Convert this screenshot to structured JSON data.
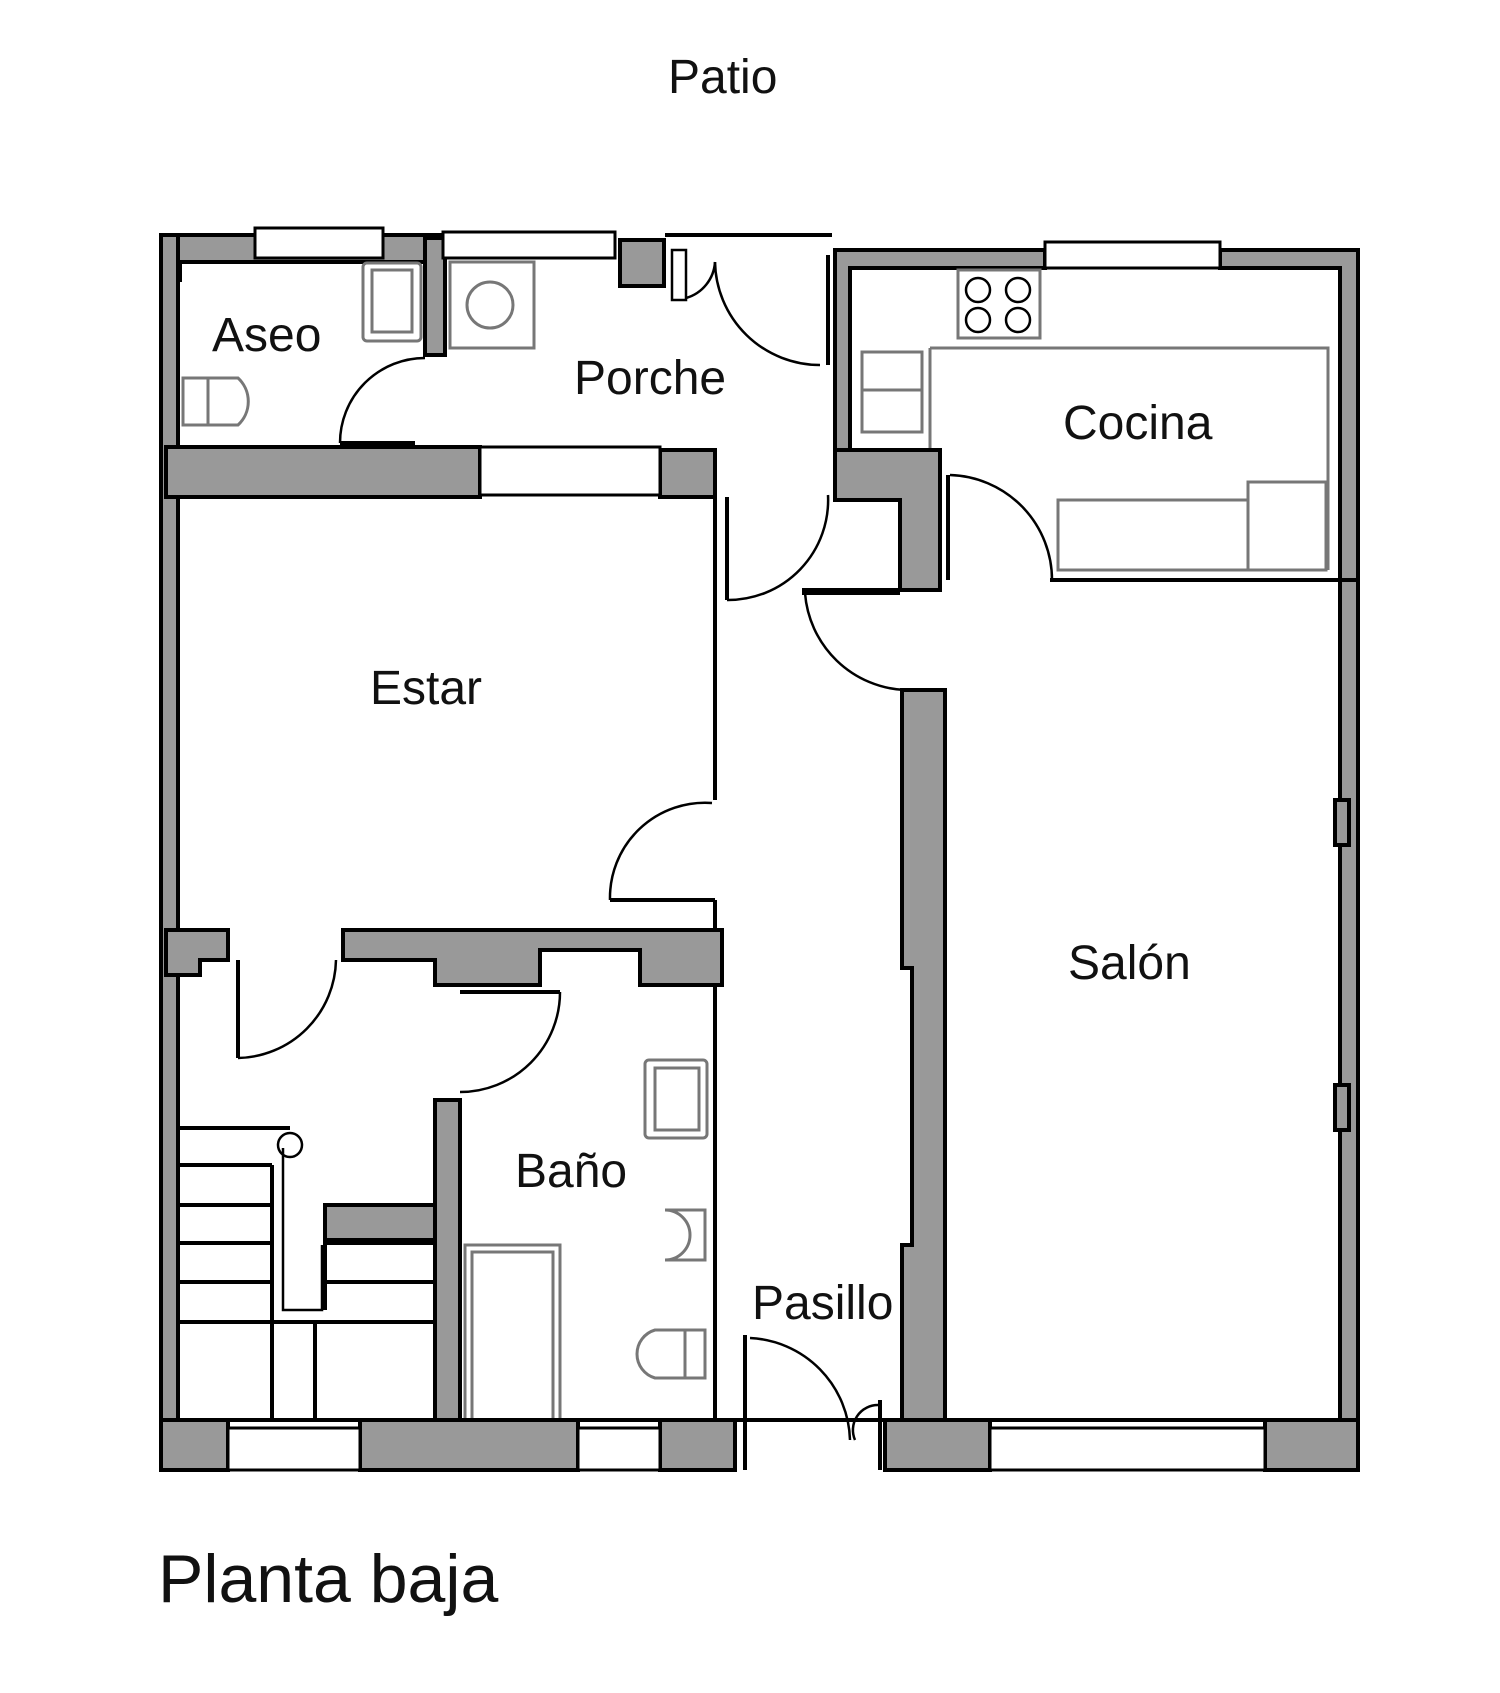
{
  "plan": {
    "title": "Planta baja",
    "outside_label": "Patio",
    "colors": {
      "wall_fill": "#999999",
      "line": "#000000",
      "fixture": "#777777",
      "background": "#ffffff"
    },
    "rooms": [
      {
        "id": "aseo",
        "label": "Aseo"
      },
      {
        "id": "porche",
        "label": "Porche"
      },
      {
        "id": "cocina",
        "label": "Cocina"
      },
      {
        "id": "estar",
        "label": "Estar"
      },
      {
        "id": "salon",
        "label": "Salón"
      },
      {
        "id": "bano",
        "label": "Baño"
      },
      {
        "id": "pasillo",
        "label": "Pasillo"
      }
    ],
    "fixtures": [
      {
        "room": "aseo",
        "items": [
          "washbasin",
          "toilet"
        ]
      },
      {
        "room": "porche",
        "items": [
          "washing-machine"
        ]
      },
      {
        "room": "cocina",
        "items": [
          "cooktop",
          "sink",
          "counter",
          "appliance"
        ]
      },
      {
        "room": "bano",
        "items": [
          "washbasin",
          "bidet",
          "toilet",
          "shower"
        ]
      },
      {
        "room": "staircase",
        "items": [
          "stairs",
          "handrail"
        ]
      }
    ]
  }
}
